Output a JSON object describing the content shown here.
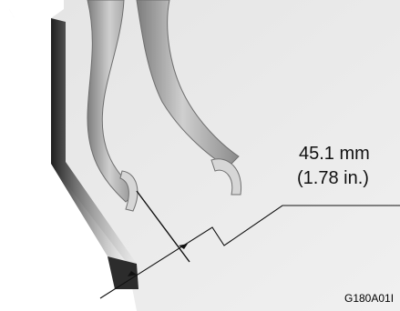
{
  "diagram": {
    "measurement": {
      "metric": "45.1 mm",
      "imperial": "(1.78 in.)"
    },
    "figure_code": "G180A01I",
    "colors": {
      "background": "#ffffff",
      "panel": "#ebebeb",
      "edge_shadow": "#3a3a3a",
      "wiper_arm": "#a8a8a8",
      "clip": "#d0d0d0",
      "dimension_line": "#111111"
    }
  }
}
